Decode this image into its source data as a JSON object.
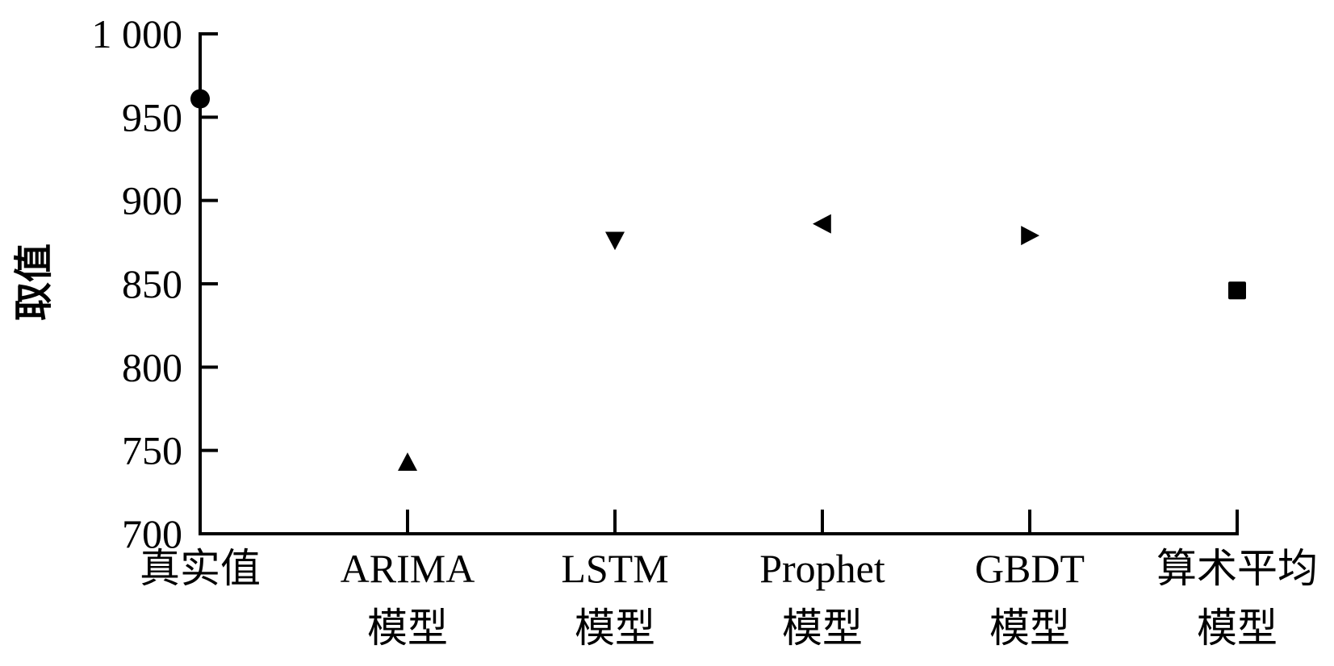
{
  "chart_data": {
    "type": "scatter",
    "title": "",
    "xlabel": "",
    "ylabel": "取值",
    "ylim": [
      700,
      1000
    ],
    "yticks": [
      700,
      750,
      800,
      850,
      900,
      950,
      1000
    ],
    "ytick_labels": [
      "700",
      "750",
      "800",
      "850",
      "900",
      "950",
      "1 000"
    ],
    "grid": false,
    "legend": "none",
    "categories": [
      {
        "label_lines": [
          "真实值"
        ],
        "value": 961,
        "marker": "circle"
      },
      {
        "label_lines": [
          "ARIMA",
          "模型"
        ],
        "value": 743,
        "marker": "triangle-up"
      },
      {
        "label_lines": [
          "LSTM",
          "模型"
        ],
        "value": 876,
        "marker": "triangle-down"
      },
      {
        "label_lines": [
          "Prophet",
          "模型"
        ],
        "value": 886,
        "marker": "triangle-left"
      },
      {
        "label_lines": [
          "GBDT",
          "模型"
        ],
        "value": 879,
        "marker": "triangle-right"
      },
      {
        "label_lines": [
          "算术平均",
          "模型"
        ],
        "value": 846,
        "marker": "square"
      }
    ],
    "colors": {
      "marker": "#000000",
      "axis": "#000000"
    }
  }
}
